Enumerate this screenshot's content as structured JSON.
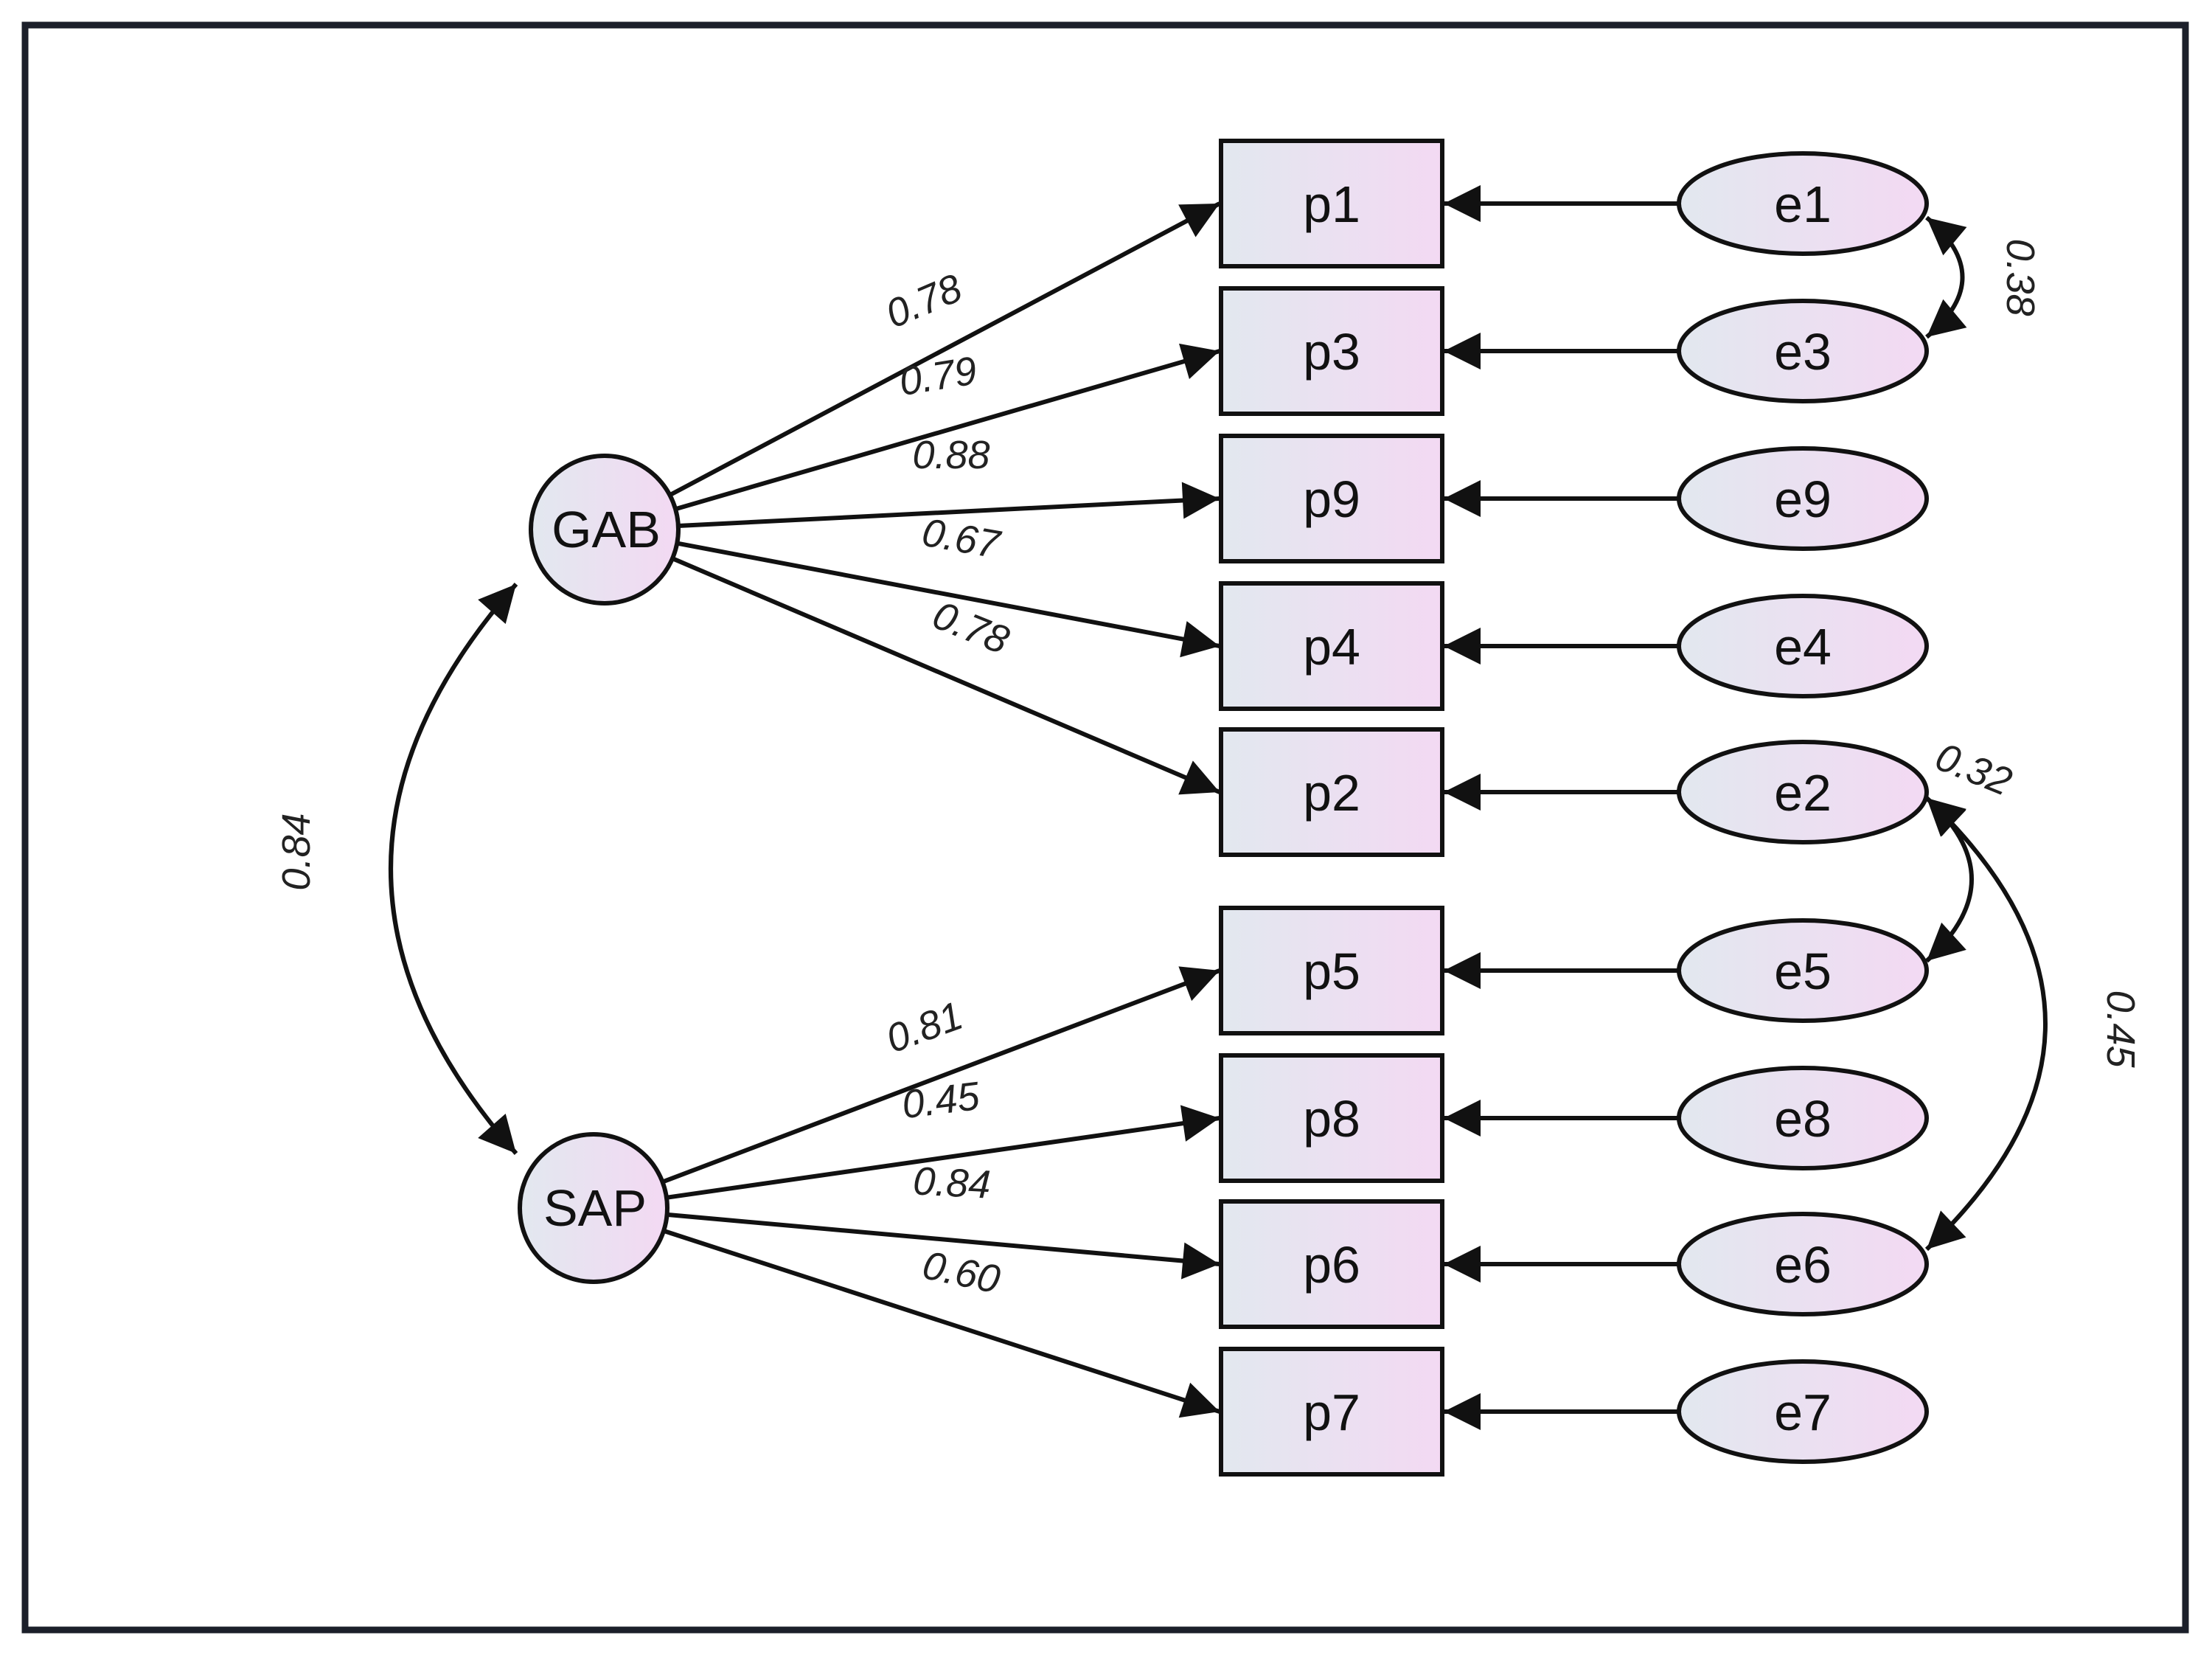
{
  "latents": [
    {
      "id": "GAB",
      "label": "GAB"
    },
    {
      "id": "SAP",
      "label": "SAP"
    }
  ],
  "indicators": [
    {
      "id": "p1",
      "label": "p1",
      "factor": "GAB",
      "loading": "0.78",
      "error": "e1"
    },
    {
      "id": "p3",
      "label": "p3",
      "factor": "GAB",
      "loading": "0.79",
      "error": "e3"
    },
    {
      "id": "p9",
      "label": "p9",
      "factor": "GAB",
      "loading": "0.88",
      "error": "e9"
    },
    {
      "id": "p4",
      "label": "p4",
      "factor": "GAB",
      "loading": "0.67",
      "error": "e4"
    },
    {
      "id": "p2",
      "label": "p2",
      "factor": "GAB",
      "loading": "0.78",
      "error": "e2"
    },
    {
      "id": "p5",
      "label": "p5",
      "factor": "SAP",
      "loading": "0.81",
      "error": "e5"
    },
    {
      "id": "p8",
      "label": "p8",
      "factor": "SAP",
      "loading": "0.45",
      "error": "e8"
    },
    {
      "id": "p6",
      "label": "p6",
      "factor": "SAP",
      "loading": "0.84",
      "error": "e6"
    },
    {
      "id": "p7",
      "label": "p7",
      "factor": "SAP",
      "loading": "0.60",
      "error": "e7"
    }
  ],
  "errors": [
    {
      "id": "e1",
      "label": "e1"
    },
    {
      "id": "e3",
      "label": "e3"
    },
    {
      "id": "e9",
      "label": "e9"
    },
    {
      "id": "e4",
      "label": "e4"
    },
    {
      "id": "e2",
      "label": "e2"
    },
    {
      "id": "e5",
      "label": "e5"
    },
    {
      "id": "e8",
      "label": "e8"
    },
    {
      "id": "e6",
      "label": "e6"
    },
    {
      "id": "e7",
      "label": "e7"
    }
  ],
  "covariances": [
    {
      "from": "GAB",
      "to": "SAP",
      "value": "0.84"
    },
    {
      "from": "e1",
      "to": "e3",
      "value": "0.38"
    },
    {
      "from": "e2",
      "to": "e5",
      "value": "0.32"
    },
    {
      "from": "e2",
      "to": "e6",
      "value": "0.45"
    }
  ],
  "colors": {
    "stroke": "#111111",
    "node_fill_start": "#e2e8ef",
    "node_fill_end": "#f3d9f3",
    "frame": "#1b1f2a"
  }
}
